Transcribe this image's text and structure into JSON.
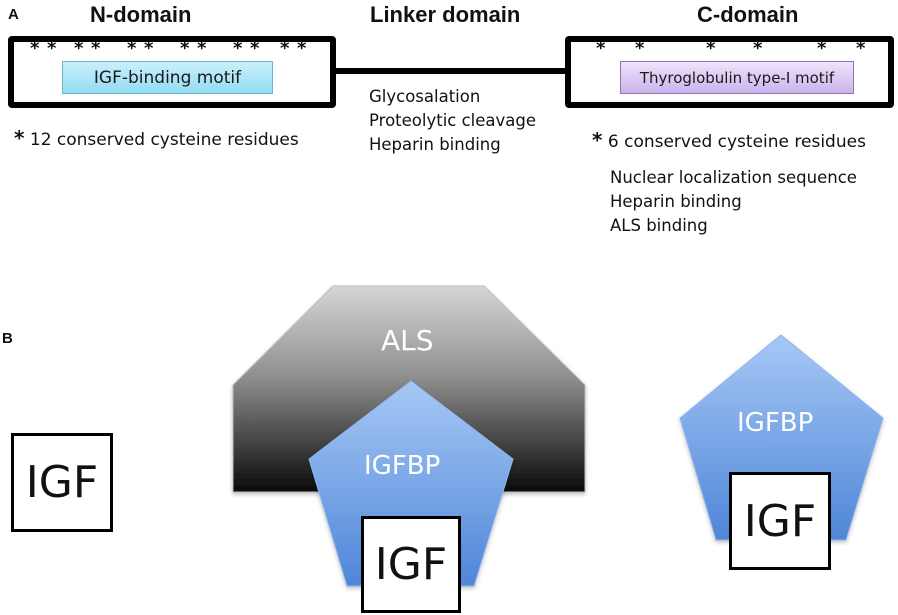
{
  "panel_a": {
    "letter": "A",
    "n_domain": {
      "title": "N-domain",
      "stars": [
        "*",
        "*",
        "*",
        "*",
        "*",
        "*",
        "*",
        "*",
        "*",
        "*",
        "*",
        "*"
      ],
      "motif": "IGF-binding motif",
      "note_star": "*",
      "note": "12 conserved cysteine residues"
    },
    "linker_domain": {
      "title": "Linker domain",
      "features": [
        "Glycosalation",
        "Proteolytic cleavage",
        "Heparin binding"
      ]
    },
    "c_domain": {
      "title": "C-domain",
      "stars": [
        "*",
        "*",
        "*",
        "*",
        "*",
        "*"
      ],
      "motif": "Thyroglobulin type-I motif",
      "note_star": "*",
      "note": "6 conserved cysteine residues",
      "features": [
        "Nuclear localization sequence",
        "Heparin binding",
        "ALS binding"
      ]
    }
  },
  "panel_b": {
    "letter": "B",
    "free_igf": {
      "label": "IGF"
    },
    "ternary_complex": {
      "als_label": "ALS",
      "igfbp_label": "IGFBP",
      "igf_label": "IGF"
    },
    "binary_complex": {
      "igfbp_label": "IGFBP",
      "igf_label": "IGF"
    }
  },
  "colors": {
    "igf_motif": "#a9e4f5",
    "thyroglobulin_motif": "#d9c8f2",
    "igfbp_blue": "#6f9fe0",
    "als_gray": "#8a8a8a"
  }
}
